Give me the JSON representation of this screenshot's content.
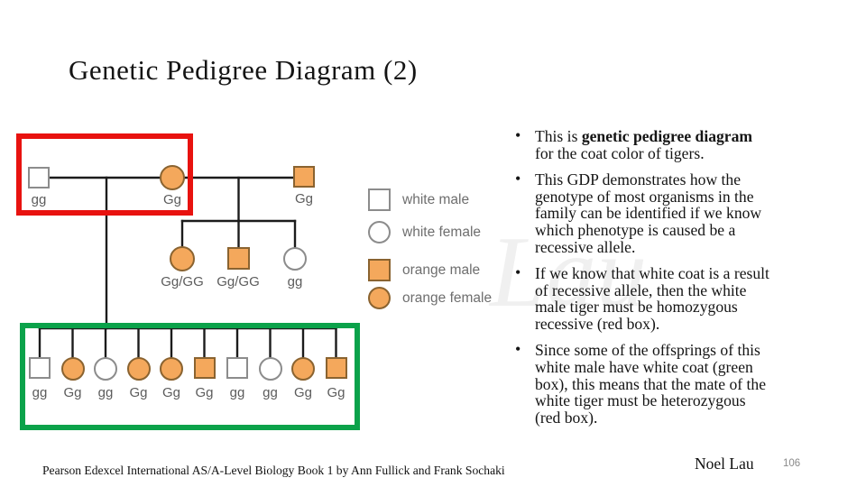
{
  "slide": {
    "title": "Genetic Pedigree Diagram (2)",
    "watermark": "Lau",
    "citation": "Pearson Edexcel International AS/A-Level Biology Book 1 by Ann Fullick and Frank Sochaki",
    "author": "Noel Lau",
    "page_number": "106"
  },
  "colors": {
    "highlight_red": "#E8120F",
    "highlight_green": "#0BA24A",
    "orange_symbol": "#F4A85C",
    "orange_border": "#8A6330",
    "white_symbol_border": "#8c8c8c",
    "pedigree_line": "#1c1c1c"
  },
  "pedigree": {
    "generation1": [
      {
        "type": "square",
        "fill": "white",
        "genotype": "gg"
      },
      {
        "type": "circle",
        "fill": "orange",
        "genotype": "Gg"
      },
      {
        "type": "square",
        "fill": "orange",
        "genotype": "Gg"
      }
    ],
    "generation2": [
      {
        "type": "circle",
        "fill": "orange",
        "genotype": "Gg/GG"
      },
      {
        "type": "square",
        "fill": "orange",
        "genotype": "Gg/GG"
      },
      {
        "type": "circle",
        "fill": "white",
        "genotype": "gg"
      }
    ],
    "generation3": [
      {
        "type": "square",
        "fill": "white",
        "genotype": "gg"
      },
      {
        "type": "circle",
        "fill": "orange",
        "genotype": "Gg"
      },
      {
        "type": "circle",
        "fill": "white",
        "genotype": "gg"
      },
      {
        "type": "circle",
        "fill": "orange",
        "genotype": "Gg"
      },
      {
        "type": "circle",
        "fill": "orange",
        "genotype": "Gg"
      },
      {
        "type": "square",
        "fill": "orange",
        "genotype": "Gg"
      },
      {
        "type": "square",
        "fill": "white",
        "genotype": "gg"
      },
      {
        "type": "circle",
        "fill": "white",
        "genotype": "gg"
      },
      {
        "type": "circle",
        "fill": "orange",
        "genotype": "Gg"
      },
      {
        "type": "square",
        "fill": "orange",
        "genotype": "Gg"
      }
    ]
  },
  "legend": [
    {
      "symbol": "square",
      "fill": "white",
      "label": "white male"
    },
    {
      "symbol": "circle",
      "fill": "white",
      "label": "white female"
    },
    {
      "symbol": "square",
      "fill": "orange",
      "label": "orange male"
    },
    {
      "symbol": "circle",
      "fill": "orange",
      "label": "orange female"
    }
  ],
  "bullets": {
    "b1": {
      "pre": "This is ",
      "bold": "genetic pedigree diagram",
      "post": "\nfor the coat color of tigers."
    },
    "b2": {
      "text": "This GDP demonstrates how the\ngenotype of most organisms in the\nfamily can be identified if we know\nwhich phenotype is caused be a\nrecessive allele."
    },
    "b3": {
      "text": "If we know that white coat is a result\nof recessive allele, then the white\nmale tiger must be homozygous\nrecessive (red box)."
    },
    "b4": {
      "text": "Since some of the offsprings of this\nwhite male have white coat (green\nbox), this means that the mate of the\nwhite tiger must be heterozygous\n(red box)."
    }
  }
}
